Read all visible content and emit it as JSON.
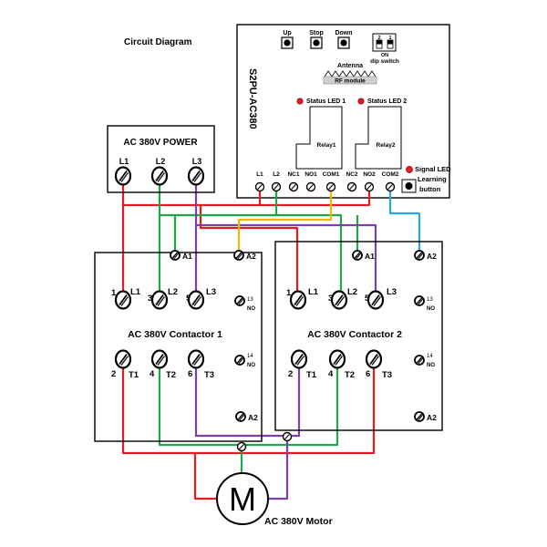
{
  "title": "Circuit Diagram",
  "controller": {
    "model": "S2PU-AC380",
    "buttons": [
      "Up",
      "Stop",
      "Down"
    ],
    "dip_switch_label": "dip switch",
    "dip_on": "ON",
    "dip_numbers": [
      "2",
      "1"
    ],
    "antenna_label": "Antenna",
    "rf_module_label": "RF module",
    "status_led_1": "Status LED 1",
    "status_led_2": "Status LED 2",
    "relay_1": "Relay1",
    "relay_2": "Relay2",
    "terminals": [
      "L1",
      "L2",
      "NC1",
      "NO1",
      "COM1",
      "NC2",
      "NO2",
      "COM2"
    ],
    "signal_led": "Signal LED",
    "learning_label_1": "Learning",
    "learning_label_2": "button"
  },
  "power": {
    "title": "AC 380V POWER",
    "terminals": [
      "L1",
      "L2",
      "L3"
    ]
  },
  "contactors": [
    {
      "title": "AC 380V Contactor 1",
      "coil_a1": "A1",
      "coil_a2": "A2",
      "bottom_a2": "A2",
      "inputs": [
        {
          "num": "1",
          "name": "L1"
        },
        {
          "num": "3",
          "name": "L2"
        },
        {
          "num": "5",
          "name": "L3"
        }
      ],
      "outputs": [
        {
          "num": "2",
          "name": "T1"
        },
        {
          "num": "4",
          "name": "T2"
        },
        {
          "num": "6",
          "name": "T3"
        }
      ],
      "aux_13": "13",
      "aux_14": "14",
      "no_label": "NO"
    },
    {
      "title": "AC 380V Contactor 2",
      "coil_a1": "A1",
      "coil_a2": "A2",
      "bottom_a2": "A2",
      "inputs": [
        {
          "num": "1",
          "name": "L1"
        },
        {
          "num": "3",
          "name": "L2"
        },
        {
          "num": "5",
          "name": "L3"
        }
      ],
      "outputs": [
        {
          "num": "2",
          "name": "T1"
        },
        {
          "num": "4",
          "name": "T2"
        },
        {
          "num": "6",
          "name": "T3"
        }
      ],
      "aux_13": "13",
      "aux_14": "14",
      "no_label": "NO"
    }
  ],
  "motor": {
    "symbol": "M",
    "label": "AC 380V Motor"
  },
  "wire_colors": {
    "red": "#e31b23",
    "green": "#1fa84a",
    "purple": "#7b3fa8",
    "yellow": "#f2b600",
    "blue": "#29a8e0"
  }
}
